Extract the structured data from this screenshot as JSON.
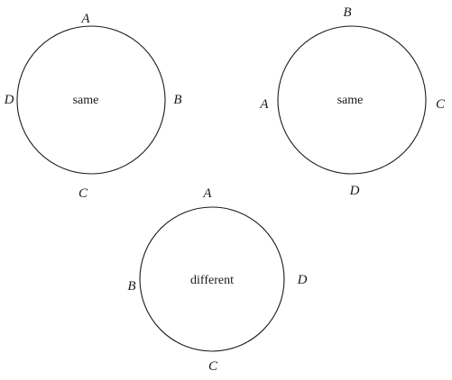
{
  "circles": [
    {
      "center_text": "same",
      "labels": {
        "top": "A",
        "left": "D",
        "right": "B",
        "bottom": "C"
      }
    },
    {
      "center_text": "same",
      "labels": {
        "top": "B",
        "left": "A",
        "right": "C",
        "bottom": "D"
      }
    },
    {
      "center_text": "different",
      "labels": {
        "top": "A",
        "left": "B",
        "right": "D",
        "bottom": "C"
      }
    }
  ]
}
